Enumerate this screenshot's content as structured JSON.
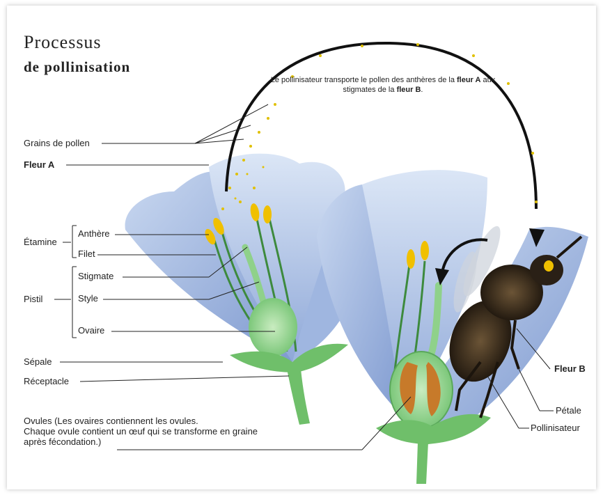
{
  "title": {
    "line1": "Processus",
    "line2": "de pollinisation"
  },
  "caption": {
    "part1": "Le pollinisateur transporte le pollen des anthères de la ",
    "fleurA": "fleur A",
    "part2": " aux stigmates de la ",
    "fleurB": "fleur B",
    "part3": "."
  },
  "labels": {
    "grains": "Grains de pollen",
    "fleurA": "Fleur A",
    "etamine": "Étamine",
    "anthere": "Anthère",
    "filet": "Filet",
    "pistil": "Pistil",
    "stigmate": "Stigmate",
    "style": "Style",
    "ovaire": "Ovaire",
    "sepale": "Sépale",
    "receptacle": "Réceptacle",
    "ovules_line1": "Ovules (Les ovaires contiennent les ovules.",
    "ovules_line2": "Chaque ovule contient un œuf qui se transforme en graine",
    "ovules_line3": "après fécondation.)",
    "fleurB": "Fleur B",
    "petale": "Pétale",
    "pollinisateur": "Pollinisateur"
  },
  "colors": {
    "petal": "#a9c1e6",
    "petal_light": "#dbe6f6",
    "green": "#7cc77a",
    "anther": "#f0c000",
    "ovule": "#c77a2a",
    "bee": "#3a2d1c"
  }
}
